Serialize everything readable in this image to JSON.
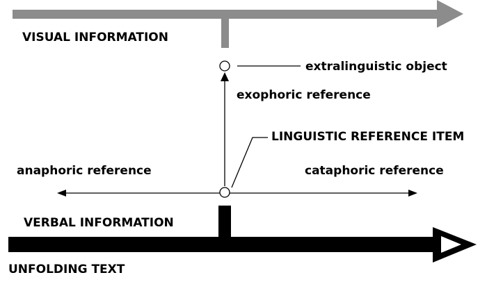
{
  "labels": {
    "visual_information": "VISUAL INFORMATION",
    "extralinguistic_object": "extralinguistic object",
    "exophoric_reference": "exophoric reference",
    "linguistic_reference_item": "LINGUISTIC REFERENCE ITEM",
    "anaphoric_reference": "anaphoric reference",
    "cataphoric_reference": "cataphoric reference",
    "verbal_information": "VERBAL INFORMATION",
    "unfolding_text": "UNFOLDING TEXT"
  },
  "colors": {
    "visual_track": "#8c8c8c",
    "verbal_track": "#000000",
    "line": "#000000",
    "node_fill": "#ffffff"
  }
}
